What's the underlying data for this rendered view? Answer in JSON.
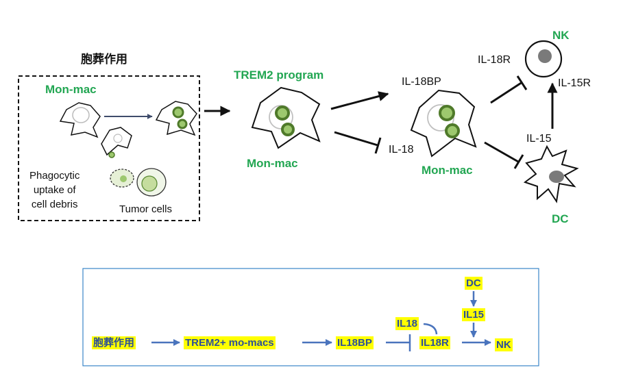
{
  "top": {
    "phago_title": "胞葬作用",
    "mon_mac_box": "Mon-mac",
    "phago_label": [
      "Phagocytic",
      "uptake of",
      "cell debris"
    ],
    "tumor_label": "Tumor cells",
    "trem2_program": "TREM2 program",
    "mon_mac_center": "Mon-mac",
    "il18bp": "IL-18BP",
    "il18": "IL-18",
    "mon_mac_right": "Mon-mac",
    "il18r": "IL-18R",
    "nk": "NK",
    "il15r": "IL-15R",
    "il15": "IL-15",
    "dc": "DC"
  },
  "flow": {
    "phago": "胞葬作用",
    "trem2": "TREM2+ mo-macs",
    "il18bp": "IL18BP",
    "il18": "IL18",
    "il18r": "IL18R",
    "nk": "NK",
    "dc": "DC",
    "il15": "IL15"
  },
  "colors": {
    "green_label": "#22a652",
    "flow_arrow": "#4a74bd",
    "highlight": "#ffff00",
    "box_border": "#3a86c7",
    "cell_inclusion": "#6a9a3a"
  }
}
